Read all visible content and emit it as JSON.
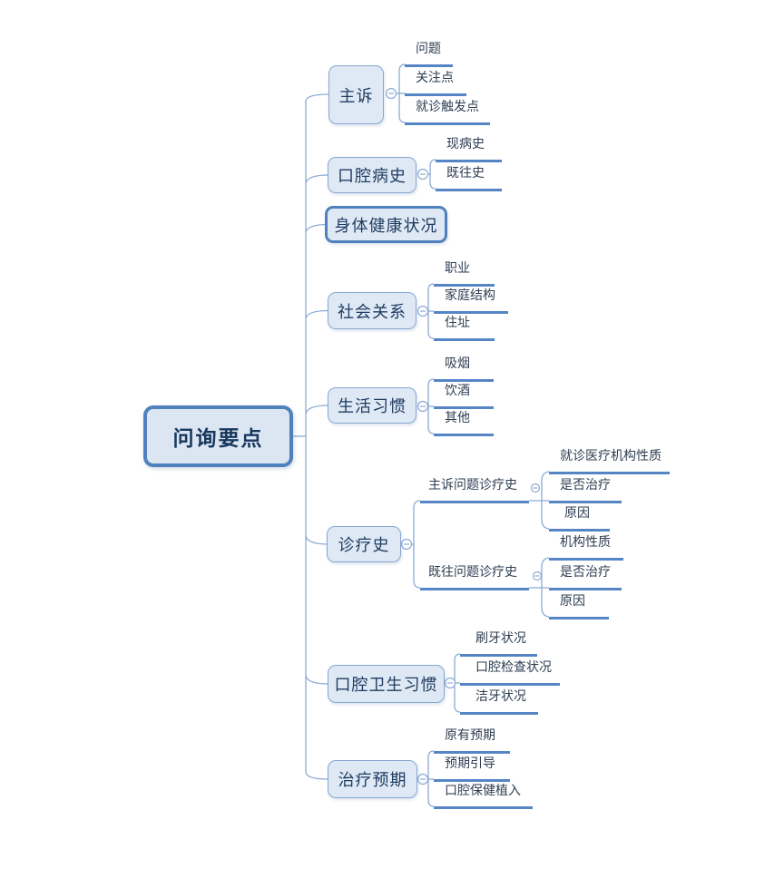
{
  "mindmap": {
    "root": {
      "label": "问询要点"
    },
    "branches": [
      {
        "label": "主诉",
        "children": [
          {
            "label": "问题"
          },
          {
            "label": "关注点"
          },
          {
            "label": "就诊触发点"
          }
        ]
      },
      {
        "label": "口腔病史",
        "children": [
          {
            "label": "现病史"
          },
          {
            "label": "既往史"
          }
        ]
      },
      {
        "label": "身体健康状况",
        "children": []
      },
      {
        "label": "社会关系",
        "children": [
          {
            "label": "职业"
          },
          {
            "label": "家庭结构"
          },
          {
            "label": "住址"
          }
        ]
      },
      {
        "label": "生活习惯",
        "children": [
          {
            "label": "吸烟"
          },
          {
            "label": "饮酒"
          },
          {
            "label": "其他"
          }
        ]
      },
      {
        "label": "诊疗史",
        "children": [
          {
            "label": "主诉问题诊疗史",
            "children": [
              {
                "label": "就诊医疗机构性质"
              },
              {
                "label": "是否治疗"
              },
              {
                "label": "原因"
              }
            ]
          },
          {
            "label": "既往问题诊疗史",
            "children": [
              {
                "label": "机构性质"
              },
              {
                "label": "是否治疗"
              },
              {
                "label": "原因"
              }
            ]
          }
        ]
      },
      {
        "label": "口腔卫生习惯",
        "children": [
          {
            "label": "刷牙状况"
          },
          {
            "label": "口腔检查状况"
          },
          {
            "label": "洁牙状况"
          }
        ]
      },
      {
        "label": "治疗预期",
        "children": [
          {
            "label": "原有预期"
          },
          {
            "label": "预期引导"
          },
          {
            "label": "口腔保健植入"
          }
        ]
      }
    ],
    "collapse_icon": "−",
    "colors": {
      "root_border": "#4f81bd",
      "root_fill": "#dce6f2",
      "node_border": "#85a8d3",
      "node_fill": "#dfe9f5",
      "underline": "#5585c5",
      "connector": "#8caad6",
      "text": "#1f3c61"
    }
  }
}
